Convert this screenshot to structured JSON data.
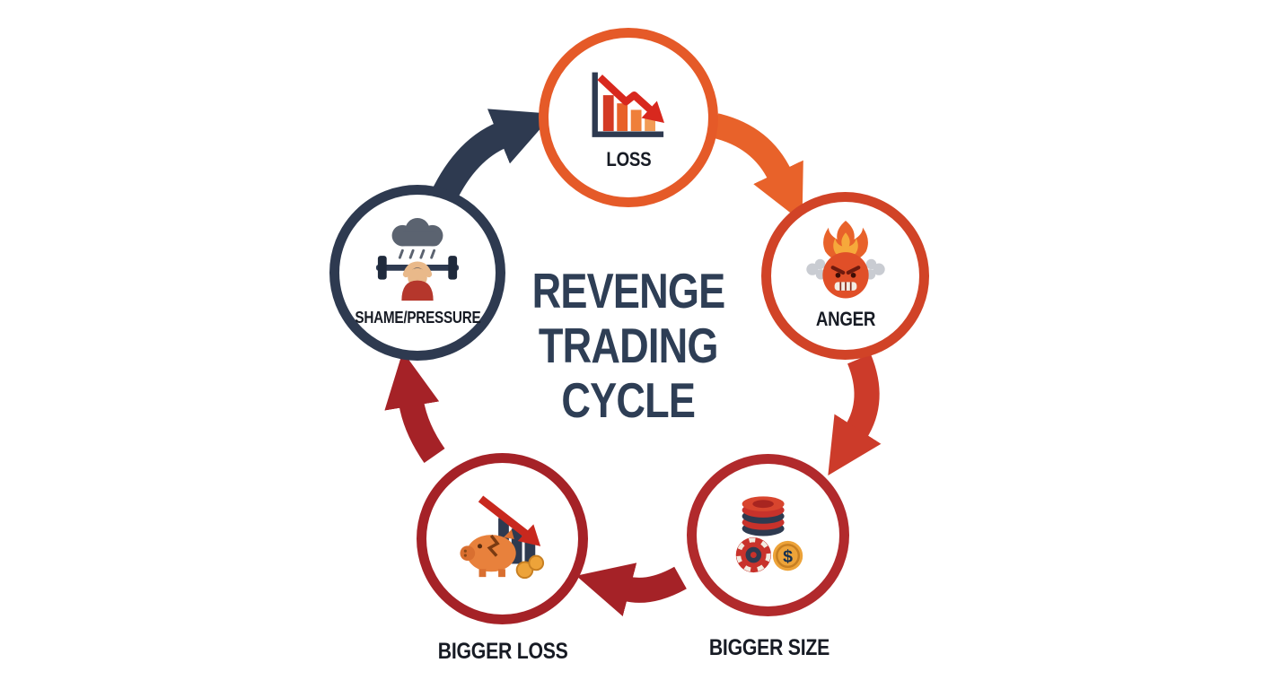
{
  "title": {
    "lines": [
      "REVENGE",
      "TRADING",
      "CYCLE"
    ]
  },
  "nodes": [
    {
      "id": "loss",
      "label": "LOSS",
      "icon": "declining-chart-icon"
    },
    {
      "id": "anger",
      "label": "ANGER",
      "icon": "angry-fire-face-icon"
    },
    {
      "id": "bigger-size",
      "label": "BIGGER SIZE",
      "icon": "poker-chips-coin-icon"
    },
    {
      "id": "bigger-loss",
      "label": "BIGGER LOSS",
      "icon": "broken-piggy-bank-icon"
    },
    {
      "id": "shame-pressure",
      "label": "SHAME/PRESSURE",
      "icon": "rain-cloud-pressure-icon"
    }
  ],
  "coin_symbol": "$",
  "colors": {
    "background": "#ffffff",
    "loss-ring": "#e55a28",
    "anger-ring": "#d14327",
    "bigger-size-ring": "#b12a2c",
    "bigger-loss-ring": "#a52227",
    "shame-ring": "#2e3a50",
    "title-text": "#2e3e55",
    "label-text": "#171b24",
    "arrow-navy": "#2e3a50",
    "arrow-orange": "#e8622a",
    "arrow-red": "#cc3b2a",
    "arrow-darkred": "#a52227"
  }
}
